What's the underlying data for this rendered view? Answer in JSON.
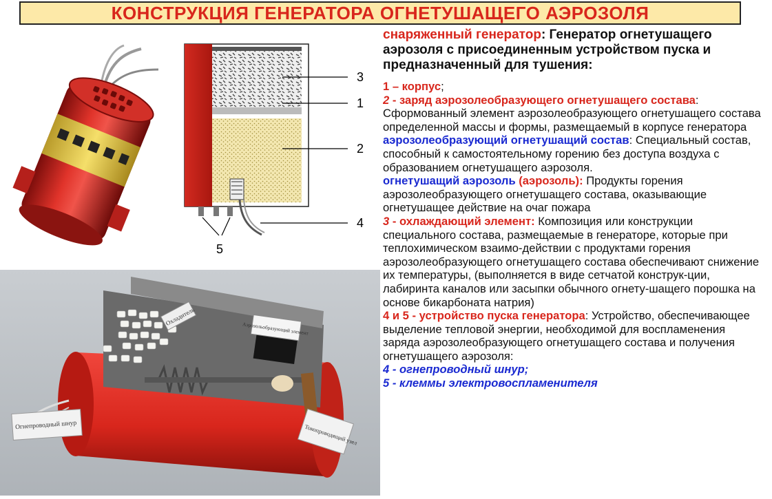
{
  "title": "КОНСТРУКЦИЯ ГЕНЕРАТОРА ОГНЕТУШАЩЕГО АЭРОЗОЛЯ",
  "schematic": {
    "labels": [
      "3",
      "1",
      "2",
      "4",
      "5"
    ]
  },
  "photo_labels": {
    "fuse_cord": "Огнепроводный шнур",
    "igniter": "Токопроводящий узел",
    "cooler": "Охладитель",
    "element": "Аэрозольобразующий элемент"
  },
  "text": {
    "intro_term": "снаряженный генератор",
    "intro_body": ": Генератор огнетушащего аэрозоля с присоединенным устройством пуска и предназначенный для тушения:",
    "item1": "1 – корпус",
    "item1_end": ";",
    "item2_num": "2",
    "item2_term": " - заряд аэрозолеобразующего огнетушащего состава",
    "item2_body": ": Сформованный элемент аэрозолеобразующего огнетушащего состава определенной массы и формы, размещаемый в корпусе генератора",
    "def1_term": "аэрозолеобразующий огнетушащий состав",
    "def1_body": ": Специальный состав, способный к самостоятельному горению без доступа воздуха с образованием огнетушащего аэрозоля.",
    "def2_term": "огнетушащий аэрозоль",
    "def2_term2": " (аэрозоль):",
    "def2_body": " Продукты горения аэрозолеобразующего огнетушащего состава, оказывающие огнетушащее действие на очаг пожара",
    "item3_num": "3",
    "item3_term": " - охлаждающий элемент:",
    "item3_body": " Композиция или конструкции специального состава, размещаемые в генераторе, которые при теплохимическом взаимо-действии с продуктами горения аэрозолеобразующего огнетушащего состава обеспечивают снижение их температуры, (выполняется в виде сетчатой конструк-ции, лабиринта каналов или засыпки обычного огнету-шащего порошка на основе бикарбоната натрия)",
    "item45_term": "4 и 5 - устройство пуска генератора",
    "item45_body": ": Устройство, обеспечивающее выделение тепловой энергии, необходимой для воспламенения заряда аэрозолеобразующего огнетушащего состава и получения огнетушащего аэрозоля:",
    "item4": "4 - огнепроводный шнур;",
    "item5": "5 - клеммы электровоспламенителя"
  },
  "colors": {
    "title_red": "#d8261c",
    "title_bg": "#fde9a8",
    "term_blue": "#1a2ad1",
    "generator_red": "#c8201c"
  }
}
